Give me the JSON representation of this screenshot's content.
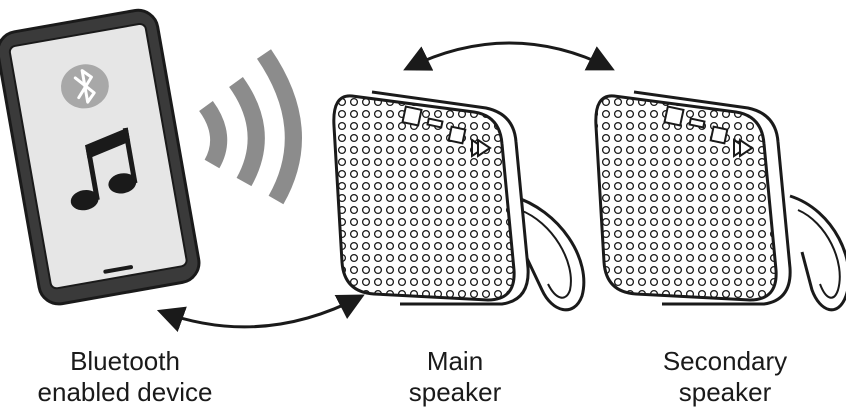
{
  "labels": {
    "device": {
      "line1": "Bluetooth",
      "line2": "enabled device"
    },
    "main": {
      "line1": "Main",
      "line2": "speaker"
    },
    "secondary": {
      "line1": "Secondary",
      "line2": "speaker"
    }
  },
  "icons": {
    "phone_screen": [
      "bluetooth-icon",
      "music-note-icon"
    ],
    "signal": "wireless-signal-icon",
    "links": [
      "device-to-main-arrow",
      "main-to-secondary-arrow"
    ]
  },
  "colors": {
    "outline": "#1a1a1a",
    "signal": "#8c8c8c",
    "screen": "#e6e6e6",
    "dots": "#ffffff"
  }
}
